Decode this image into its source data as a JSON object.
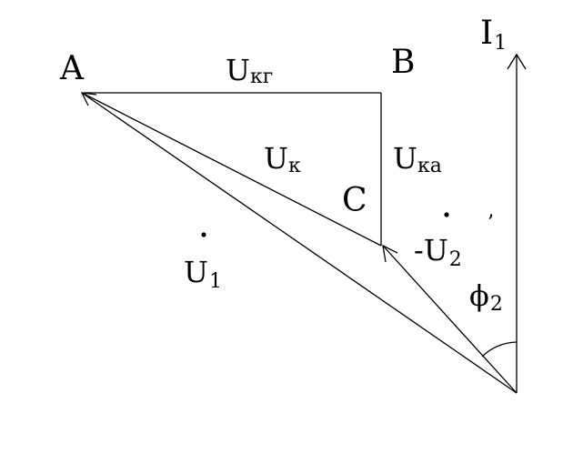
{
  "points": {
    "a": "A",
    "b": "B",
    "c": "C"
  },
  "labels": {
    "i1_main": "I",
    "i1_sub": "1",
    "ukg_main": "U",
    "ukg_sub": "кг",
    "uk_main": "U",
    "uk_sub": "к",
    "uka_main": "U",
    "uka_sub": "ка",
    "u1_main": "U",
    "u1_sub": "1",
    "u2_main": "-U",
    "u2_sub": "2",
    "u2_prime": "’",
    "phi_main": "ϕ",
    "phi_sub": "2"
  }
}
